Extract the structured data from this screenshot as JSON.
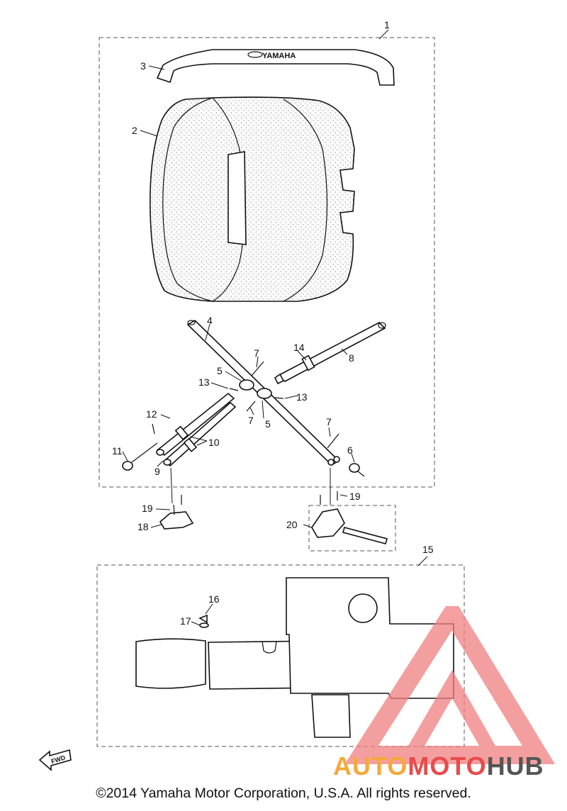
{
  "callouts": [
    "1",
    "2",
    "3",
    "4",
    "5",
    "5",
    "6",
    "7",
    "7",
    "7",
    "8",
    "9",
    "10",
    "11",
    "12",
    "13",
    "13",
    "14",
    "15",
    "16",
    "17",
    "18",
    "19",
    "19",
    "20"
  ],
  "brand_on_part": "YAMAHA",
  "fwd_label": "FWD",
  "copyright": "©2014 Yamaha Motor Corporation, U.S.A. All rights reserved.",
  "watermark": {
    "part1": "AUTO",
    "part2": "MOTO",
    "part3": "HUB",
    "color1": "#f4a93a",
    "color2": "#e84b4b",
    "color3": "#555555"
  },
  "colors": {
    "line": "#111111",
    "dashed_box": "#555555",
    "watermark_red": "#f08080"
  }
}
